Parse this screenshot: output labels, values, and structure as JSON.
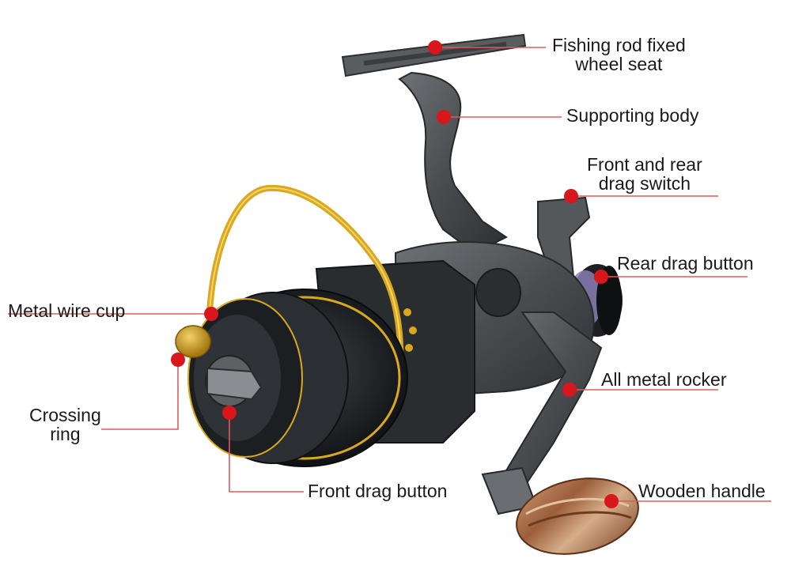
{
  "diagram": {
    "colors": {
      "marker": "#d8161b",
      "leader": "#e05a5e",
      "body": "#4a4d50",
      "gold": "#d9a81c",
      "wood": "#b07a4e"
    },
    "labels": [
      {
        "id": "rod-seat",
        "lines": [
          "Fishing rod fixed",
          "wheel seat"
        ]
      },
      {
        "id": "support",
        "lines": [
          "Supporting body"
        ]
      },
      {
        "id": "drag-switch",
        "lines": [
          "Front and rear",
          "drag switch"
        ]
      },
      {
        "id": "rear-drag",
        "lines": [
          "Rear drag button"
        ]
      },
      {
        "id": "wire-cup",
        "lines": [
          "Metal wire cup"
        ]
      },
      {
        "id": "rocker",
        "lines": [
          "All metal rocker"
        ]
      },
      {
        "id": "crossing-ring",
        "lines": [
          "Crossing",
          "ring"
        ]
      },
      {
        "id": "front-drag",
        "lines": [
          "Front drag button"
        ]
      },
      {
        "id": "handle",
        "lines": [
          "Wooden handle"
        ]
      }
    ]
  }
}
